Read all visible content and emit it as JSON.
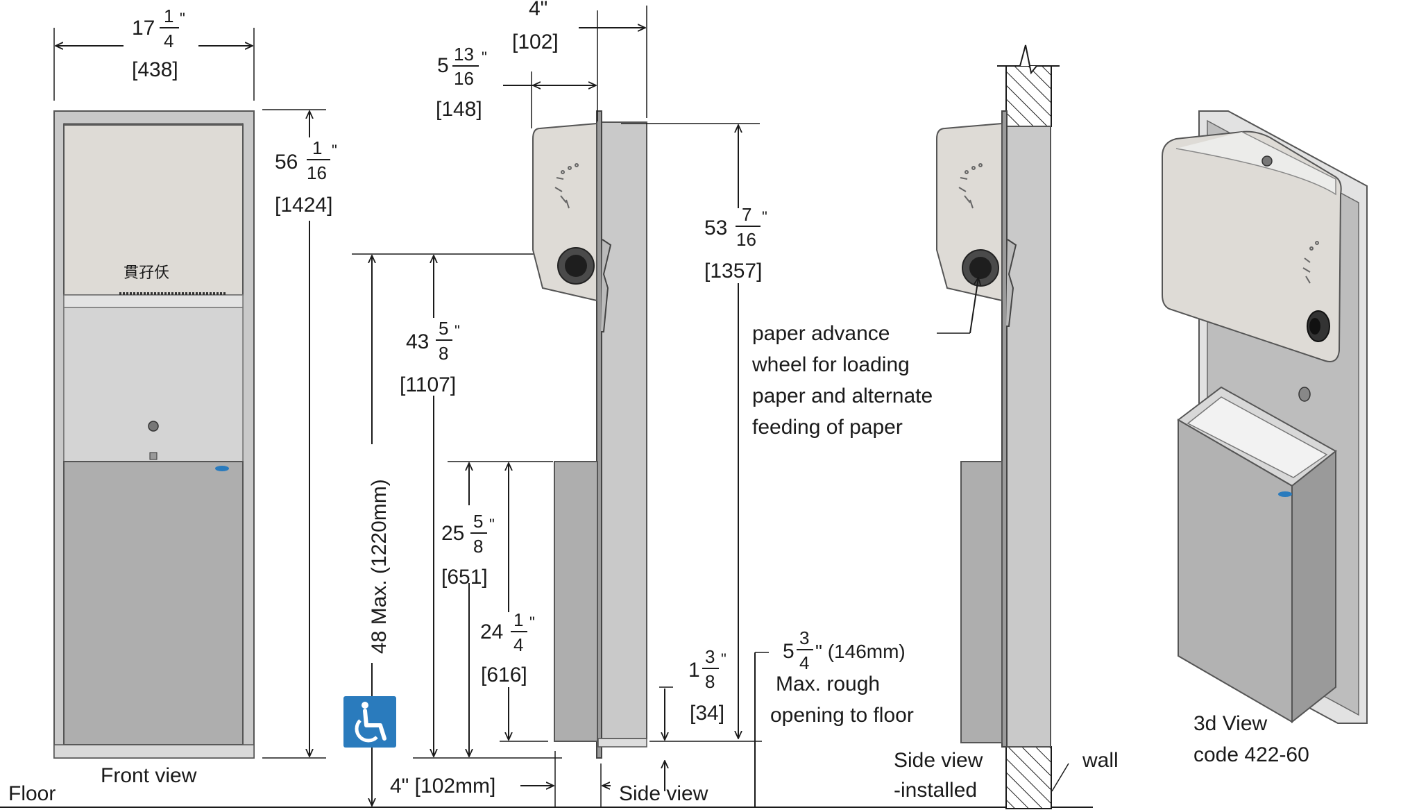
{
  "views": {
    "front": {
      "label": "Front view"
    },
    "side": {
      "label": "Side view"
    },
    "side_installed": {
      "label_line1": "Side view",
      "label_line2": "-installed"
    },
    "isometric": {
      "label_line1": "3d View",
      "label_line2": "code 422-60"
    }
  },
  "floor_label": "Floor",
  "wall_label": "wall",
  "callout": {
    "line1": "paper advance",
    "line2": "wheel for loading",
    "line3": "paper and alternate",
    "line4": "feeding of paper"
  },
  "rough_opening": {
    "whole": "5",
    "num": "3",
    "den": "4",
    "suffix": "\" (146mm)",
    "line2": "Max. rough",
    "line3": "opening to floor"
  },
  "ada_max": "48 Max. (1220mm)",
  "accessibility_icon": "wheelchair-icon",
  "colors": {
    "ada_blue": "#2a7bbd",
    "steel": "#c9c9c9",
    "steel_dark": "#aeaeae",
    "line": "#1a1a1a"
  },
  "dimensions": {
    "overall_width": {
      "whole": "17",
      "num": "1",
      "den": "4",
      "mm": "[438]"
    },
    "overall_height": {
      "whole": "56",
      "num": "1",
      "den": "16",
      "mm": "[1424]"
    },
    "projection": {
      "whole": "4\"",
      "mm": "[102]"
    },
    "cabinet_depth": {
      "whole": "5",
      "num": "13",
      "den": "16",
      "mm": "[148]"
    },
    "top_height": {
      "whole": "53",
      "num": "7",
      "den": "16",
      "mm": "[1357]"
    },
    "wheel_height": {
      "whole": "43",
      "num": "5",
      "den": "8",
      "mm": "[1107]"
    },
    "bin_height_a": {
      "whole": "25",
      "num": "5",
      "den": "8",
      "mm": "[651]"
    },
    "bin_height_b": {
      "whole": "24",
      "num": "1",
      "den": "4",
      "mm": "[616]"
    },
    "bottom_gap": {
      "whole": "1",
      "num": "3",
      "den": "8",
      "mm": "[34]"
    },
    "floor_offset": "4\" [102mm]"
  }
}
